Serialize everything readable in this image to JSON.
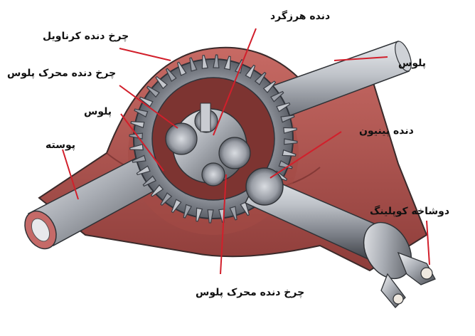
{
  "labels": {
    "ring_gear": "چرخ دنده کرناویل",
    "spider_gear": "دنده هرزگرد",
    "side_gear_top": "چرخ دنده محرک پلوس",
    "axle_left": "پلوس",
    "axle_right": "پلوس",
    "housing": "پوسته",
    "pinion_gear": "دنده پینیون",
    "coupling_yoke": "دوشاخه کوپلینگ",
    "side_gear_bottom": "چرخ دنده محرک پلوس"
  },
  "colors": {
    "leader": "#d21f2b",
    "housing": "#b85550",
    "steel": "#b8bcc4"
  }
}
